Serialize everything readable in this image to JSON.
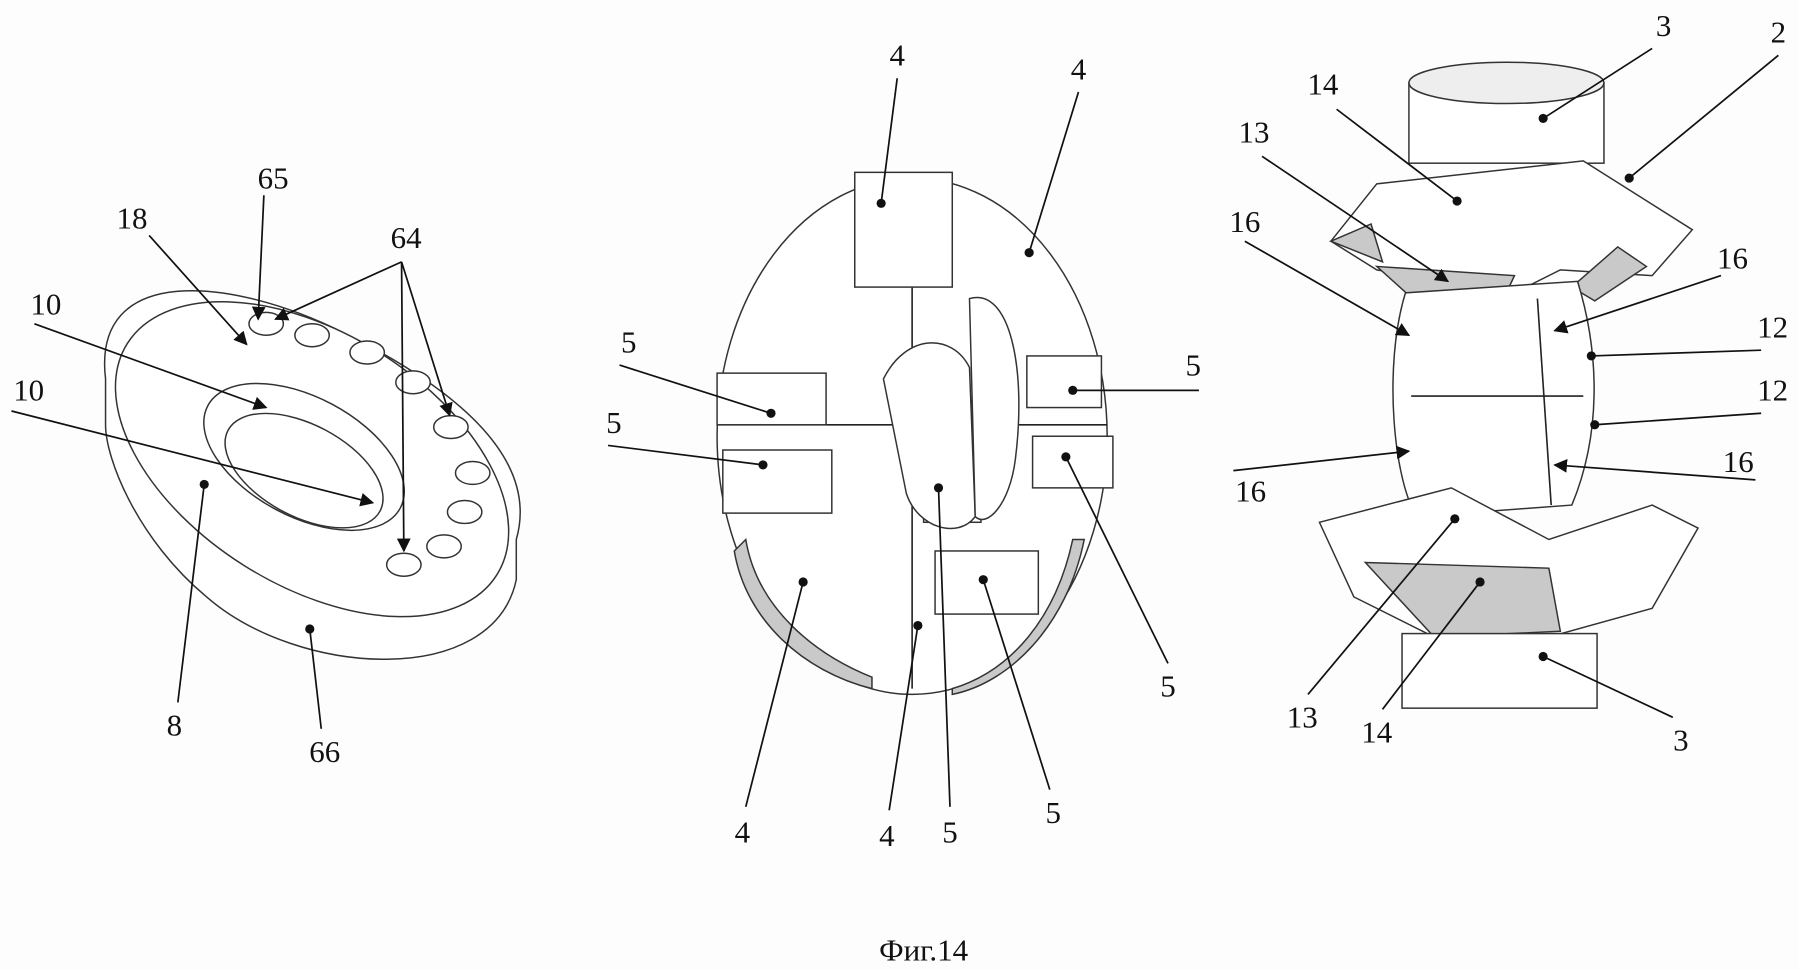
{
  "figure": {
    "caption": "Фиг.14",
    "left_part": {
      "labels": [
        "65",
        "18",
        "64",
        "10",
        "10",
        "8",
        "66"
      ]
    },
    "middle_part": {
      "labels": [
        "4",
        "4",
        "5",
        "5",
        "5",
        "4",
        "4",
        "5",
        "5",
        "5"
      ]
    },
    "right_part": {
      "labels": [
        "3",
        "2",
        "14",
        "13",
        "16",
        "16",
        "12",
        "12",
        "16",
        "16",
        "13",
        "14",
        "3"
      ]
    }
  }
}
